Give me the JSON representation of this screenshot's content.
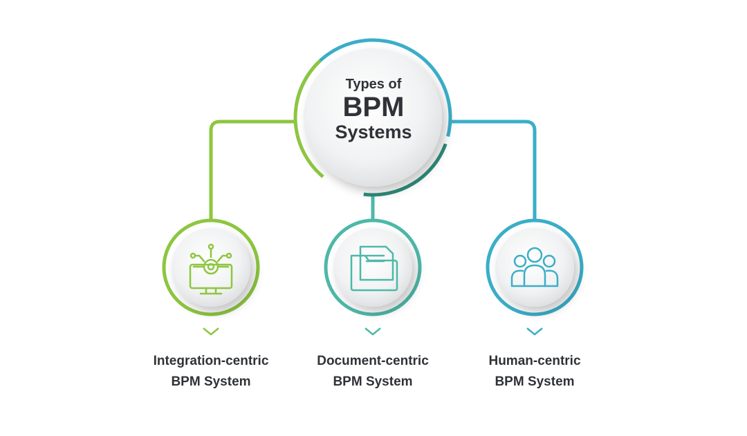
{
  "title": {
    "line1": "Types of",
    "line2": "BPM",
    "line3": "Systems"
  },
  "nodes": [
    {
      "line1": "Integration-centric",
      "line2": "BPM System",
      "icon": "gear-monitor-icon",
      "color": "#8dc63f"
    },
    {
      "line1": "Document-centric",
      "line2": "BPM System",
      "icon": "folder-document-icon",
      "color": "#4db8a8"
    },
    {
      "line1": "Human-centric",
      "line2": "BPM System",
      "icon": "people-group-icon",
      "color": "#3aaec8"
    }
  ],
  "colors": {
    "green": "#8dc63f",
    "teal": "#4db8a8",
    "blue": "#3aaec8",
    "text": "#2f3236"
  }
}
